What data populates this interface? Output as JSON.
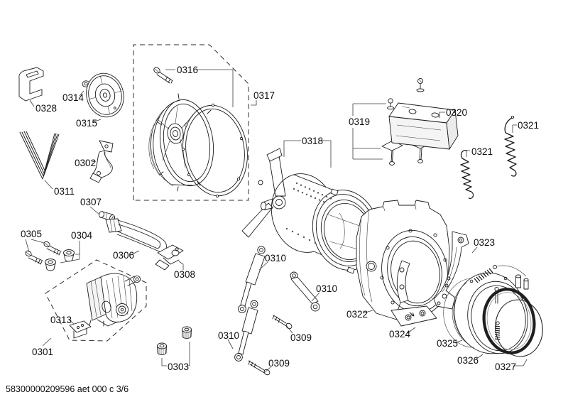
{
  "document": {
    "type": "exploded-parts-diagram",
    "ink_color": "#1b1b1b",
    "background_color": "#ffffff"
  },
  "footer": {
    "doc_code": "58300000209596 aet 000 c 3/6"
  },
  "parts_visible": [
    "0301",
    "0302",
    "0303",
    "0304",
    "0305",
    "0306",
    "0307",
    "0308",
    "0309",
    "0310",
    "0311",
    "0313",
    "0314",
    "0315",
    "0316",
    "0317",
    "0318",
    "0319",
    "0320",
    "0321",
    "0322",
    "0323",
    "0324",
    "0325",
    "0326",
    "0327",
    "0328"
  ],
  "labels": {
    "l0301": "0301",
    "l0302": "0302",
    "l0303": "0303",
    "l0304": "0304",
    "l0305": "0305",
    "l0306": "0306",
    "l0307": "0307",
    "l0308": "0308",
    "l0309": "0309",
    "l0310": "0310",
    "l0311": "0311",
    "l0313": "0313",
    "l0314": "0314",
    "l0315": "0315",
    "l0316": "0316",
    "l0317": "0317",
    "l0318": "0318",
    "l0319": "0319",
    "l0320": "0320",
    "l0321": "0321",
    "l0322": "0322",
    "l0323": "0323",
    "l0324": "0324",
    "l0325": "0325",
    "l0326": "0326",
    "l0327": "0327",
    "l0328": "0328"
  }
}
